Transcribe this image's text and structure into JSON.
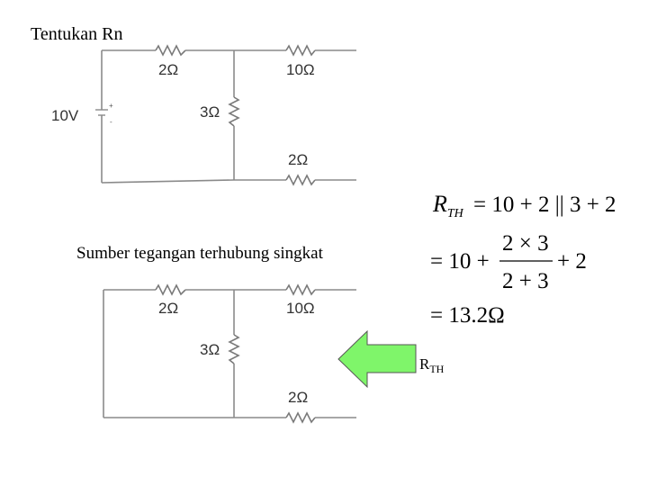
{
  "title": "Tentukan Rn",
  "circuit_top": {
    "source_label": "10V",
    "r_top_left": "2Ω",
    "r_top_right": "10Ω",
    "r_middle": "3Ω",
    "r_bottom_right": "2Ω",
    "battery_plus": "+",
    "battery_minus": "-"
  },
  "caption_shorted": "Sumber tegangan terhubung singkat",
  "circuit_bottom": {
    "r_top_left": "2Ω",
    "r_top_right": "10Ω",
    "r_middle": "3Ω",
    "r_bottom_right": "2Ω"
  },
  "arrow_color": "#7ff56a",
  "arrow_label_main": "R",
  "arrow_label_sub": "TH",
  "equations": {
    "lhs_main": "R",
    "lhs_sub": "TH",
    "line1_rhs": "= 10 + 2 || 3 + 2",
    "line2_prefix": "= 10 +",
    "frac_num": "2 × 3",
    "frac_den": "2 + 3",
    "line2_suffix": "+ 2",
    "line3": "= 13.2Ω"
  }
}
